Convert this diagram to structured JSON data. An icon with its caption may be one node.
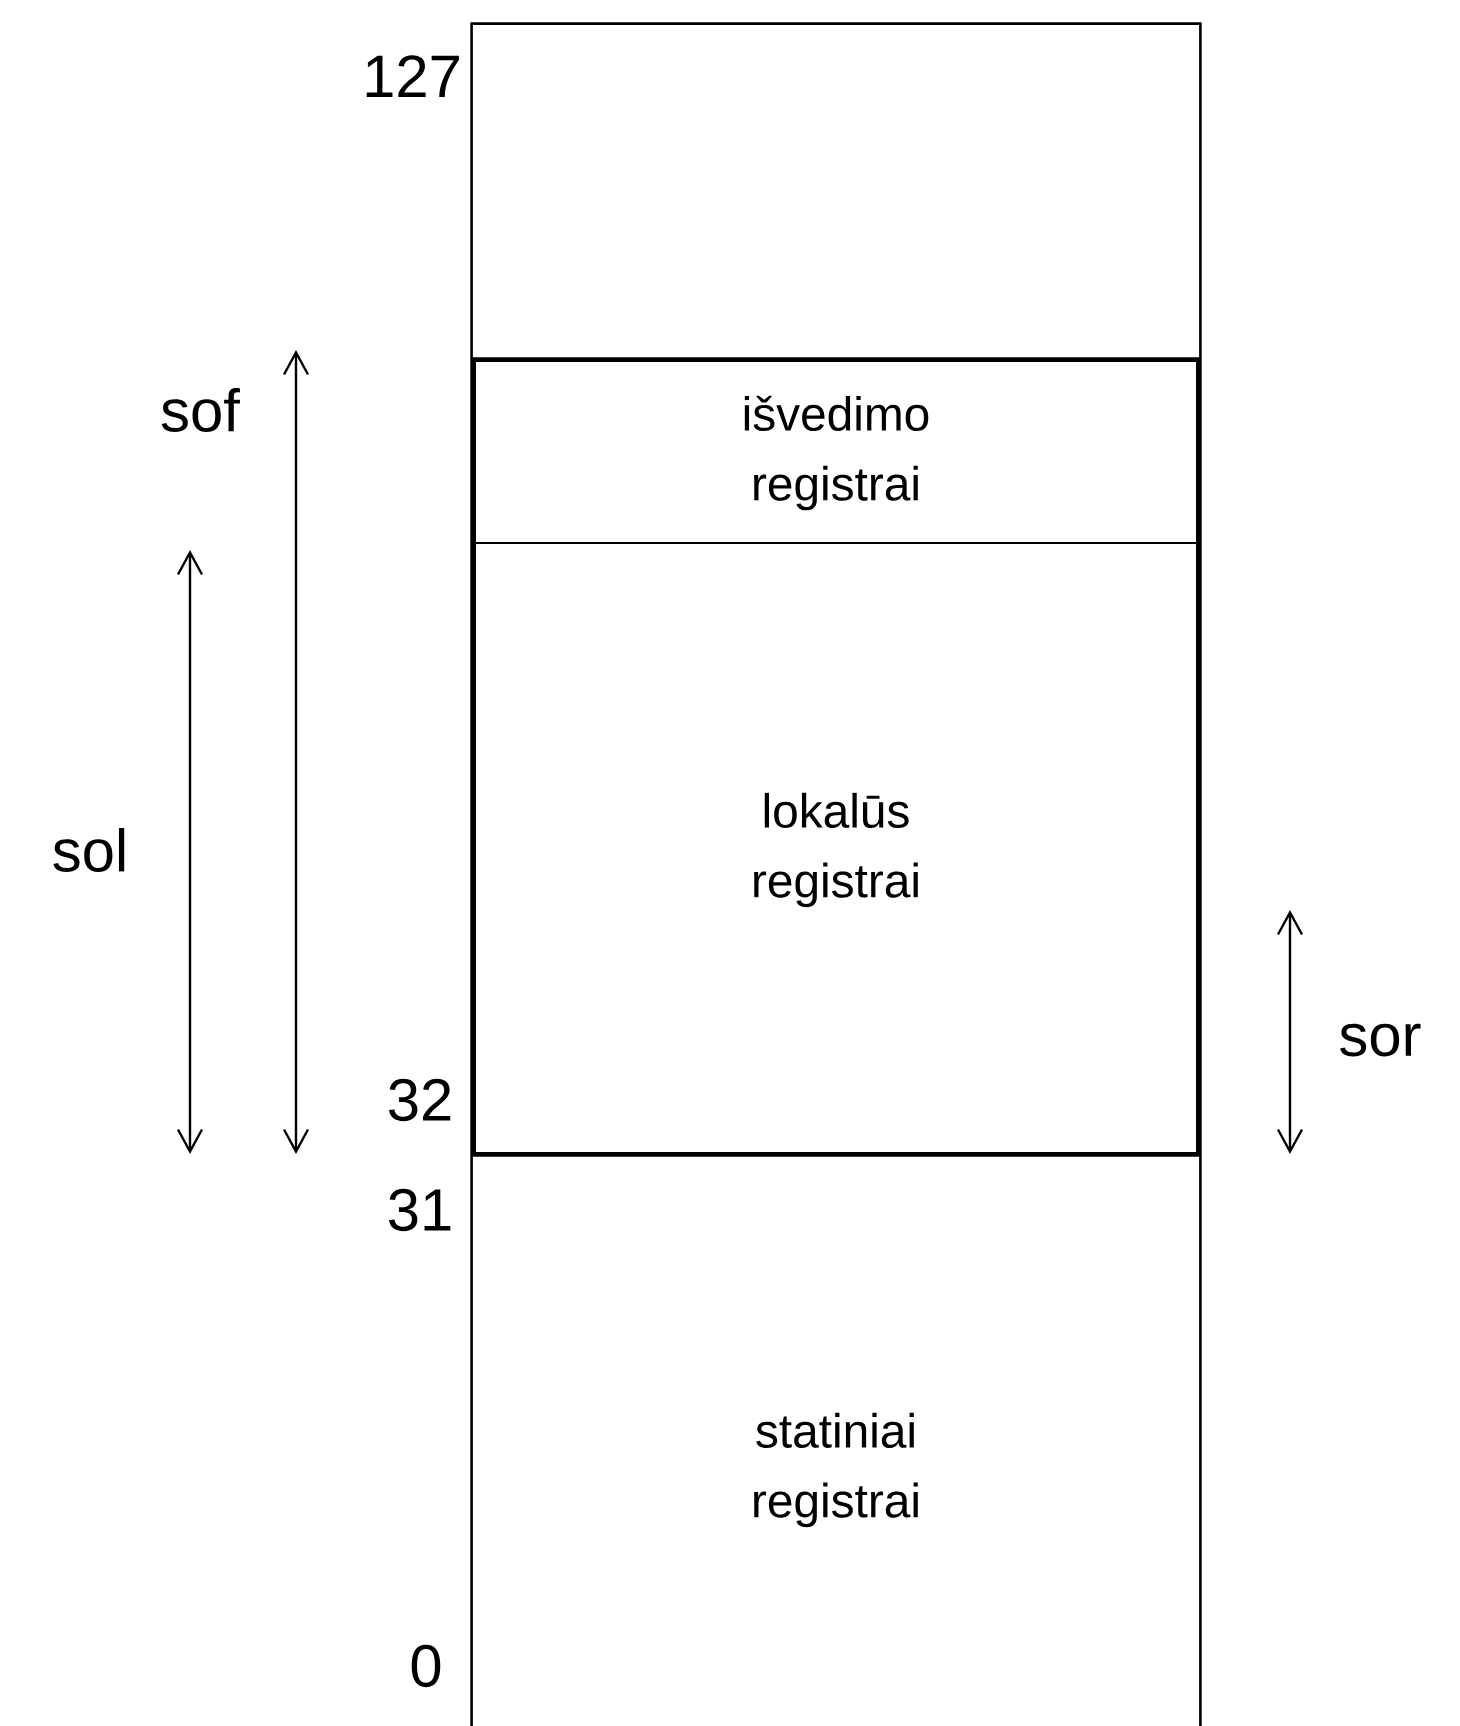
{
  "diagram": {
    "nodes": [
      {
        "text": [],
        "shape": "box"
      },
      {
        "text": [],
        "shape": "box",
        "in": 0
      },
      {
        "text": [
          "išvedimo registrai"
        ],
        "in": 1
      },
      {
        "text": [
          "lokalūs registrai"
        ],
        "in": 1
      },
      {
        "text": [
          "statiniai registrai"
        ],
        "in": 0
      }
    ],
    "labels": [
      "127",
      "sof",
      "sol",
      "sor",
      "32",
      "31",
      "0"
    ]
  }
}
